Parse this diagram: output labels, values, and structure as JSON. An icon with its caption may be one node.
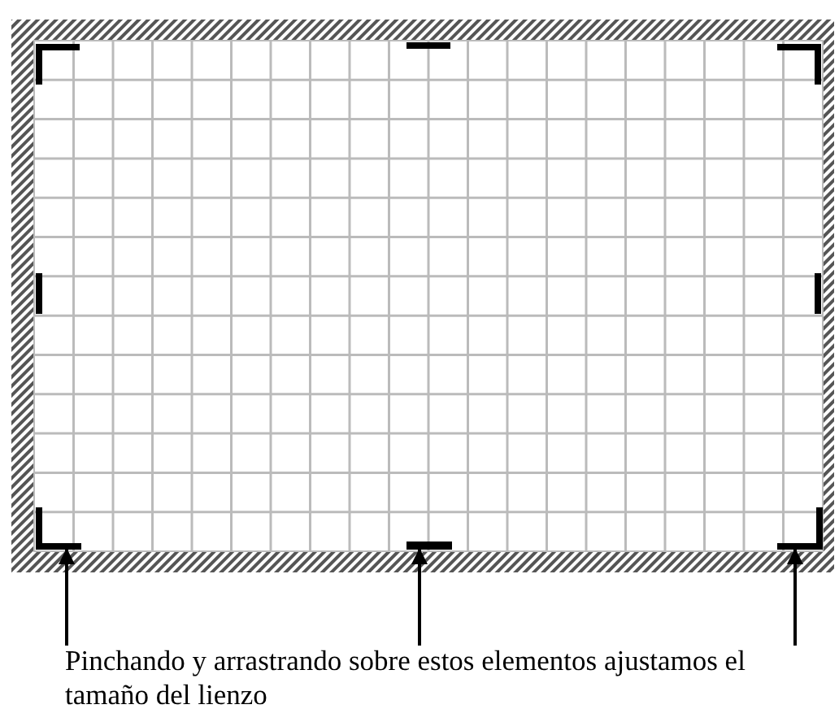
{
  "diagram": {
    "nodes": [
      {
        "text": [
          "Pinchando y arrastrando sobre estos elementos ajustamos el tamaño del lienzo"
        ]
      },
      {
        "text": [],
        "shape": "bar"
      },
      {
        "text": [],
        "shape": "bar"
      },
      {
        "text": [],
        "shape": "bar"
      }
    ],
    "edges": [
      {
        "from": 0,
        "to": 1,
        "arrow": "to"
      },
      {
        "from": 0,
        "to": 2,
        "arrow": "to"
      },
      {
        "from": 0,
        "to": 3,
        "arrow": "to"
      }
    ]
  }
}
